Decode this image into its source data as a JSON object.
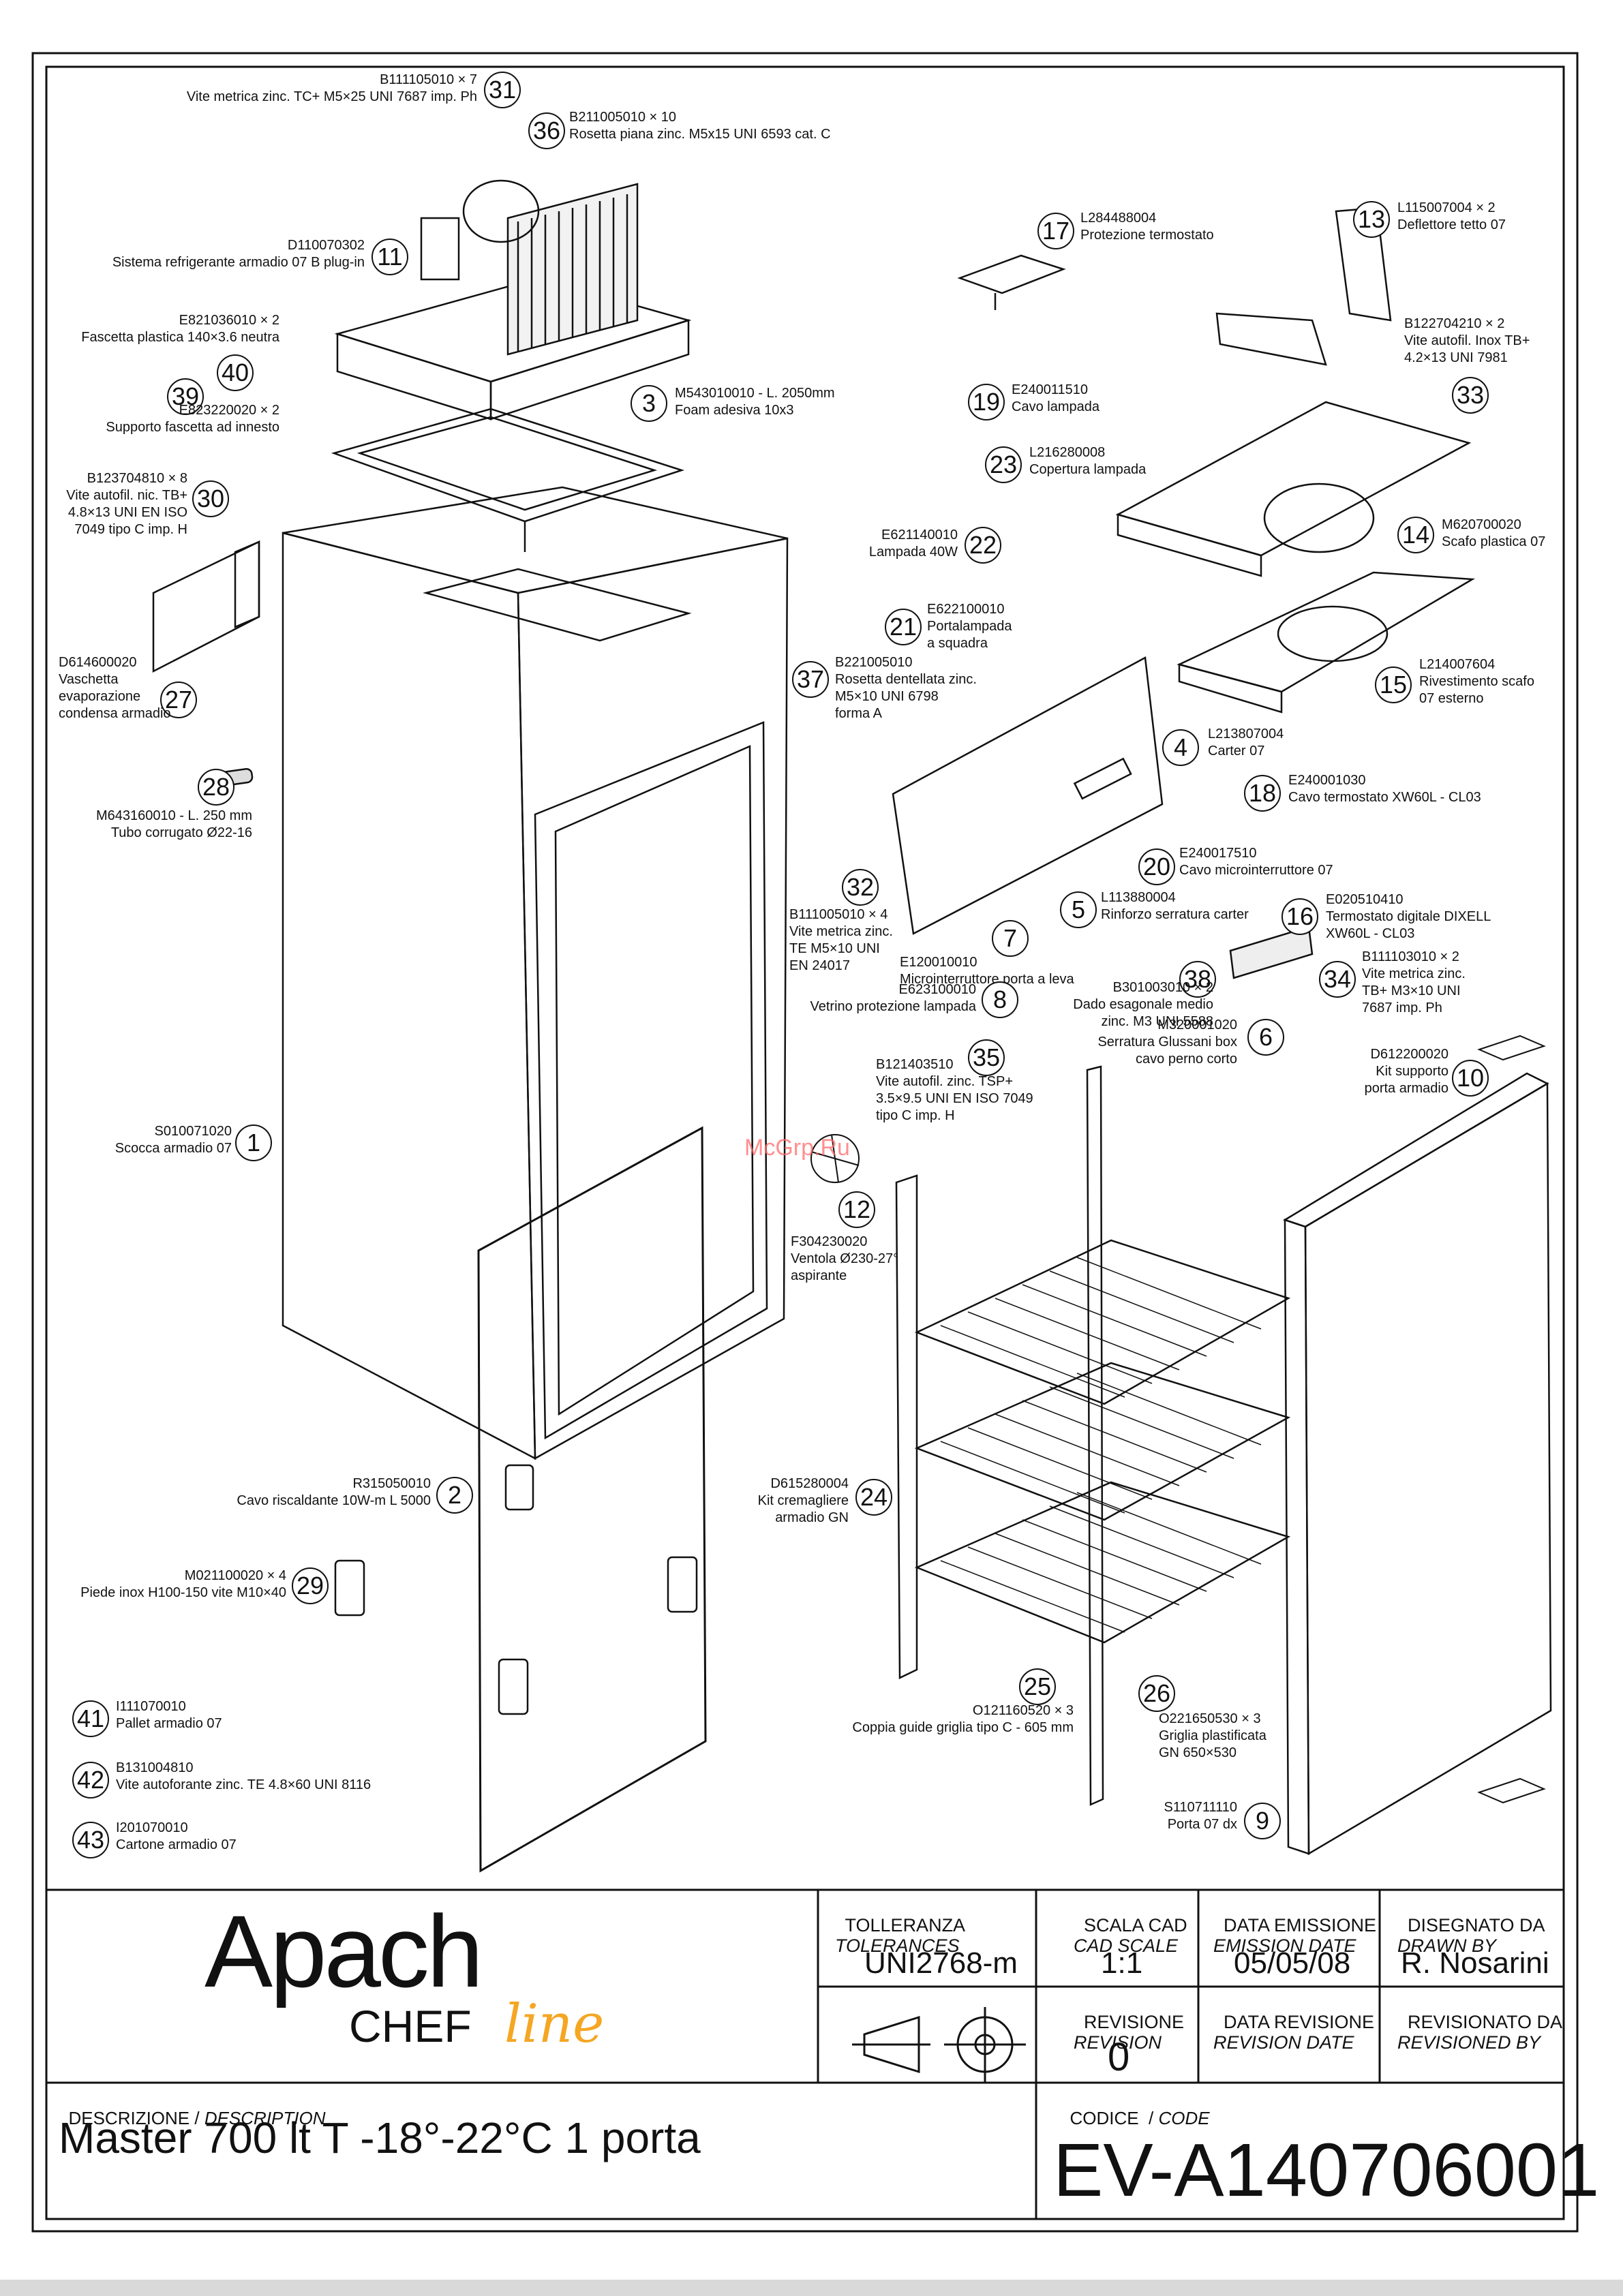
{
  "title_block": {
    "brand_name": "Apach",
    "brand_sub": "CHEF",
    "brand_script": "line",
    "tolerance": {
      "label": "TOLLERANZA",
      "label_en": "TOLERANCES",
      "value": "UNI2768-m"
    },
    "cad_scale": {
      "label": "SCALA CAD",
      "label_en": "CAD SCALE",
      "value": "1:1"
    },
    "emission_date": {
      "label": "DATA EMISSIONE",
      "label_en": "EMISSION DATE",
      "value": "05/05/08"
    },
    "drawn_by": {
      "label": "DISEGNATO DA",
      "label_en": "DRAWN BY",
      "value": "R. Nosarini"
    },
    "revision": {
      "label": "REVISIONE",
      "label_en": "REVISION",
      "value": "0"
    },
    "revision_date": {
      "label": "DATA REVISIONE",
      "label_en": "REVISION DATE",
      "value": ""
    },
    "revisioned_by": {
      "label": "REVISIONATO DA",
      "label_en": "REVISIONED BY",
      "value": ""
    },
    "description": {
      "label": "DESCRIZIONE / ",
      "label_en": "DESCRIPTION",
      "value": "Master 700 lt T -18°-22°C 1 porta"
    },
    "code": {
      "label": "CODICE  / ",
      "label_en": "CODE",
      "value": "EV-A140706001"
    }
  },
  "watermark": "McGrp.Ru",
  "parts": [
    {
      "n": "31",
      "code": "B111105010 × 7",
      "desc": "Vite metrica zinc. TC+ M5×25 UNI 7687 imp. Ph"
    },
    {
      "n": "36",
      "code": "B211005010 × 10",
      "desc": "Rosetta piana zinc. M5x15 UNI 6593 cat. C"
    },
    {
      "n": "11",
      "code": "D110070302",
      "desc": "Sistema refrigerante armadio 07 B plug-in"
    },
    {
      "n": "40",
      "code": "E821036010 × 2",
      "desc": "Fascetta plastica 140×3.6 neutra"
    },
    {
      "n": "39",
      "code": "E823220020 × 2",
      "desc": "Supporto fascetta ad innesto"
    },
    {
      "n": "30",
      "code": "B123704810 × 8",
      "desc": "Vite autofil. nic. TB+\n4.8×13 UNI EN ISO\n7049 tipo C imp. H"
    },
    {
      "n": "27",
      "code": "D614600020",
      "desc": "Vaschetta\nevaporazione\ncondensa armadio"
    },
    {
      "n": "28",
      "code": "M643160010 - L. 250 mm",
      "desc": "Tubo corrugato Ø22-16"
    },
    {
      "n": "1",
      "code": "S010071020",
      "desc": "Scocca armadio 07"
    },
    {
      "n": "2",
      "code": "R315050010",
      "desc": "Cavo riscaldante 10W-m L 5000"
    },
    {
      "n": "29",
      "code": "M021100020 × 4",
      "desc": "Piede inox H100-150 vite M10×40"
    },
    {
      "n": "41",
      "code": "I111070010",
      "desc": "Pallet armadio 07"
    },
    {
      "n": "42",
      "code": "B131004810",
      "desc": "Vite autoforante zinc. TE 4.8×60 UNI 8116"
    },
    {
      "n": "43",
      "code": "I201070010",
      "desc": "Cartone armadio 07"
    },
    {
      "n": "3",
      "code": "M543010010 - L. 2050mm",
      "desc": "Foam adesiva 10x3"
    },
    {
      "n": "17",
      "code": "L284488004",
      "desc": "Protezione termostato"
    },
    {
      "n": "13",
      "code": "L115007004 × 2",
      "desc": "Deflettore tetto 07"
    },
    {
      "n": "33",
      "code": "B122704210 × 2",
      "desc": "Vite autofil. Inox TB+\n4.2×13 UNI 7981"
    },
    {
      "n": "19",
      "code": "E240011510",
      "desc": "Cavo lampada"
    },
    {
      "n": "23",
      "code": "L216280008",
      "desc": "Copertura lampada"
    },
    {
      "n": "22",
      "code": "E621140010",
      "desc": "Lampada 40W"
    },
    {
      "n": "14",
      "code": "M620700020",
      "desc": "Scafo plastica 07"
    },
    {
      "n": "21",
      "code": "E622100010",
      "desc": "Portalampada\na squadra"
    },
    {
      "n": "37",
      "code": "B221005010",
      "desc": "Rosetta dentellata zinc.\nM5×10 UNI 6798\nforma A"
    },
    {
      "n": "15",
      "code": "L214007604",
      "desc": "Rivestimento scafo\n07 esterno"
    },
    {
      "n": "4",
      "code": "L213807004",
      "desc": "Carter 07"
    },
    {
      "n": "18",
      "code": "E240001030",
      "desc": "Cavo termostato XW60L - CL03"
    },
    {
      "n": "20",
      "code": "E240017510",
      "desc": "Cavo microinterruttore 07"
    },
    {
      "n": "5",
      "code": "L113880004",
      "desc": "Rinforzo serratura carter"
    },
    {
      "n": "32",
      "code": "B111005010 × 4",
      "desc": "Vite metrica zinc.\nTE M5×10 UNI\nEN 24017"
    },
    {
      "n": "7",
      "code": "E120010010",
      "desc": "Microinterruttore porta a leva"
    },
    {
      "n": "16",
      "code": "E020510410",
      "desc": "Termostato digitale DIXELL\nXW60L - CL03"
    },
    {
      "n": "34",
      "code": "B111103010 × 2",
      "desc": "Vite metrica zinc.\nTB+ M3×10 UNI\n7687 imp. Ph"
    },
    {
      "n": "8",
      "code": "E623100010",
      "desc": "Vetrino protezione lampada"
    },
    {
      "n": "38",
      "code": "B301003010 × 2",
      "desc": "Dado esagonale medio\nzinc. M3 UNI 5588"
    },
    {
      "n": "6",
      "code": "M320001020",
      "desc": "Serratura Glussani box\ncavo perno corto"
    },
    {
      "n": "10",
      "code": "D612200020",
      "desc": "Kit supporto\nporta armadio"
    },
    {
      "n": "35",
      "code": "B121403510",
      "desc": "Vite autofil. zinc. TSP+\n3.5×9.5 UNI EN ISO 7049\ntipo C imp. H"
    },
    {
      "n": "12",
      "code": "F304230020",
      "desc": "Ventola Ø230-27°\naspirante"
    },
    {
      "n": "24",
      "code": "D615280004",
      "desc": "Kit cremagliere\narmadio GN"
    },
    {
      "n": "25",
      "code": "O121160520 × 3",
      "desc": "Coppia guide griglia tipo C - 605 mm"
    },
    {
      "n": "26",
      "code": "O221650530 × 3",
      "desc": "Griglia plastificata\nGN 650×530"
    },
    {
      "n": "9",
      "code": "S110711110",
      "desc": "Porta 07 dx"
    }
  ]
}
